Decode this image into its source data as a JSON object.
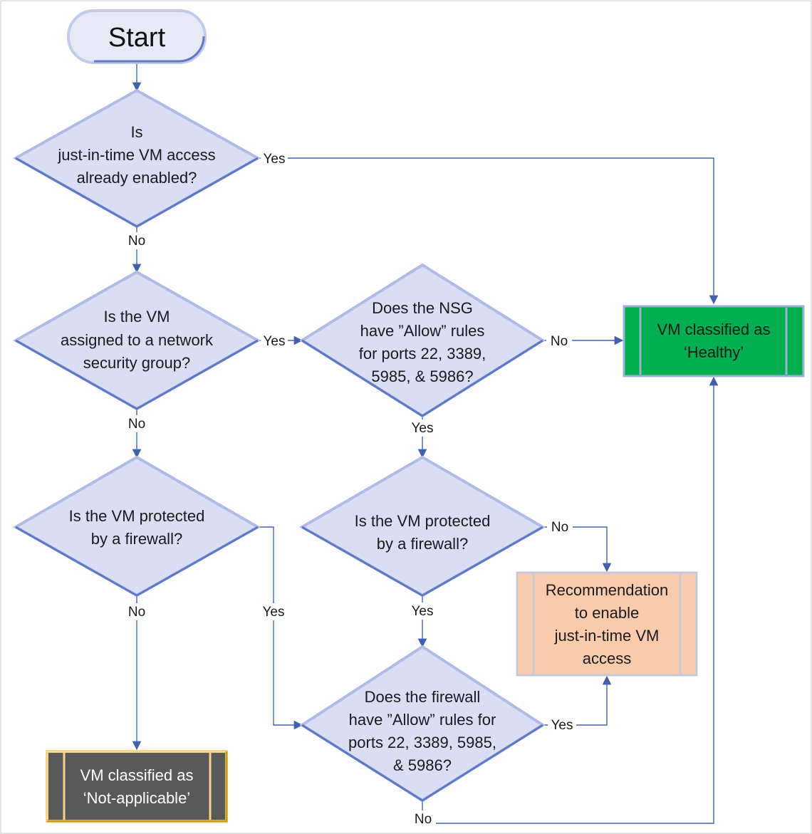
{
  "colors": {
    "diamond_fill": "#d9def5",
    "edge": "#4060b0",
    "healthy": "#00b050",
    "recommendation": "#f8cbad",
    "not_applicable": "#595959"
  },
  "nodes": {
    "start": "Start",
    "q_jit": [
      "Is",
      "just-in-time VM access",
      "already enabled?"
    ],
    "q_nsg": [
      "Is the VM",
      "assigned to a network",
      "security group?"
    ],
    "q_nsg_rules": [
      "Does the NSG",
      "have ”Allow” rules",
      "for ports 22, 3389,",
      "5985, & 5986?"
    ],
    "q_fw_left": [
      "Is the VM protected",
      "by a firewall?"
    ],
    "q_fw_mid": [
      "Is the VM protected",
      "by a firewall?"
    ],
    "q_fw_rules": [
      "Does the firewall",
      "have ”Allow” rules for",
      "ports 22, 3389, 5985,",
      "& 5986?"
    ],
    "healthy": [
      "VM classified as",
      "‘Healthy’"
    ],
    "recommendation": [
      "Recommendation",
      "to enable",
      "just-in-time VM",
      "access"
    ],
    "not_applicable": [
      "VM classified as",
      "‘Not-applicable’"
    ]
  },
  "edge_labels": {
    "jit_yes": "Yes",
    "jit_no": "No",
    "nsg_yes": "Yes",
    "nsg_no": "No",
    "nsg_rules_no": "No",
    "nsg_rules_yes": "Yes",
    "fw_left_no": "No",
    "fw_left_yes": "Yes",
    "fw_mid_no": "No",
    "fw_mid_yes": "Yes",
    "fw_rules_yes": "Yes",
    "fw_rules_no": "No"
  }
}
